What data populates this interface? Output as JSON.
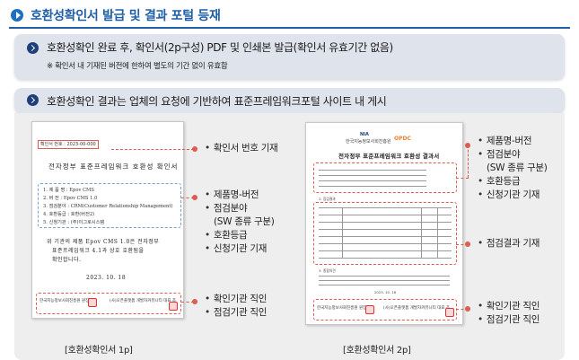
{
  "page": {
    "title": "호환성확인서 발급 및 결과 포털 등재"
  },
  "banners": [
    {
      "text": "호환성확인 완료 후, 확인서(2p구성) PDF 및 인쇄본 발급(확인서 유효기간 없음)",
      "note": "※ 확인서 내 기재된 버전에 한하여 별도의 기간 없이 유효함"
    },
    {
      "text": "호환성확인 결과는 업체의 요청에 기반하여 표준프레임워크포털 사이트 내 게시"
    }
  ],
  "doc1": {
    "caption": "[호환성확인서 1p]",
    "number_box": "확인서 번호 : 2023-00-000",
    "title": "전자정부 표준프레임워크 호환성 확인서",
    "fields": [
      "1. 제 품 명 : Epov CMS",
      "2. 버    전 : Epov CMS 1.0",
      "3. 점검분야 : CRM(Customer Relationship Management)",
      "4. 호환등급 : 호환(버전2)",
      "5. 신청기관 : (주)이그로시스템"
    ],
    "body_lines": [
      "위 기관의 제품 Epov CMS 1.0은 전자정부",
      "표준프레임워크 4.1과 상호 호환됨을",
      "확인합니다."
    ],
    "date": "2023. 10. 18",
    "seal_left": "한국지능정보사회진흥원 원장",
    "seal_right": "(사)오픈플랫폼 개발자커뮤니티 대표 조"
  },
  "doc2": {
    "caption": "[호환성확인서 2p]",
    "org_name": "한국지능정보사회진흥원",
    "org_abbrev": "NIA",
    "brand": "OPDC",
    "title": "전자정부 표준프레임워크 호환성 결과서",
    "section_result": "2. 점검결과",
    "section_opinion": "3. 종합의견",
    "date": "2023. 10. 18",
    "seal_left": "한국지능정보사회진흥원 원장",
    "seal_right": "(사)오픈플랫폼 개발자커뮤니티 대표 조"
  },
  "annotations": {
    "doc1_number": "확인서 번호 기재",
    "doc1_fields": [
      "제품명-버전",
      "점검분야",
      "(SW 종류 구분)",
      "호환등급",
      "신청기관 기재"
    ],
    "doc1_seals": [
      "확인기관 직인",
      "점검기관 직인"
    ],
    "doc2_fields": [
      "제품명-버전",
      "점검분야",
      "(SW 종류 구분)",
      "호환등급",
      "신청기관 기재"
    ],
    "doc2_result": "점검결과 기재",
    "doc2_seals": [
      "확인기관 직인",
      "점검기관 직인"
    ]
  },
  "colors": {
    "accent": "#1f5fa8",
    "banner_bg": "#dfe3ec",
    "annotation": "#e05b4f"
  }
}
